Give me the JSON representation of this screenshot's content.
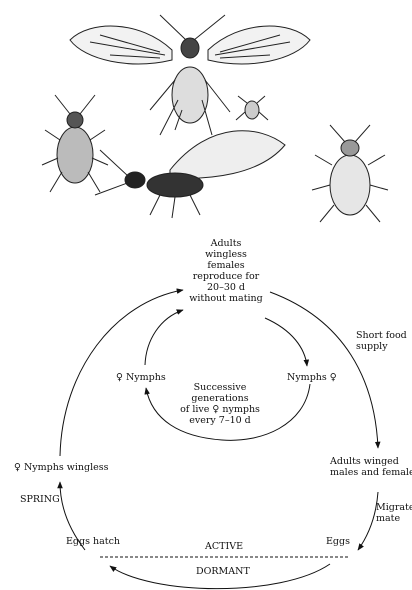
{
  "cycle": {
    "top_block": [
      "Adults",
      "wingless",
      "females",
      "reproduce for",
      "20–30 d",
      "without mating"
    ],
    "inner_left": "♀ Nymphs",
    "inner_right": "Nymphs ♀",
    "center_block": [
      "Successive",
      "generations",
      "of live ♀ nymphs",
      "every 7–10 d"
    ],
    "short_food": [
      "Short food",
      "supply"
    ],
    "adults_winged": [
      "Adults winged",
      "males and females"
    ],
    "migrate": [
      "Migrate",
      "mate"
    ],
    "eggs": "Eggs",
    "eggs_hatch": "Eggs hatch",
    "active": "ACTIVE",
    "dormant": "DORMANT",
    "nymphs_wingless": "♀ Nymphs wingless",
    "spring": "SPRING"
  }
}
